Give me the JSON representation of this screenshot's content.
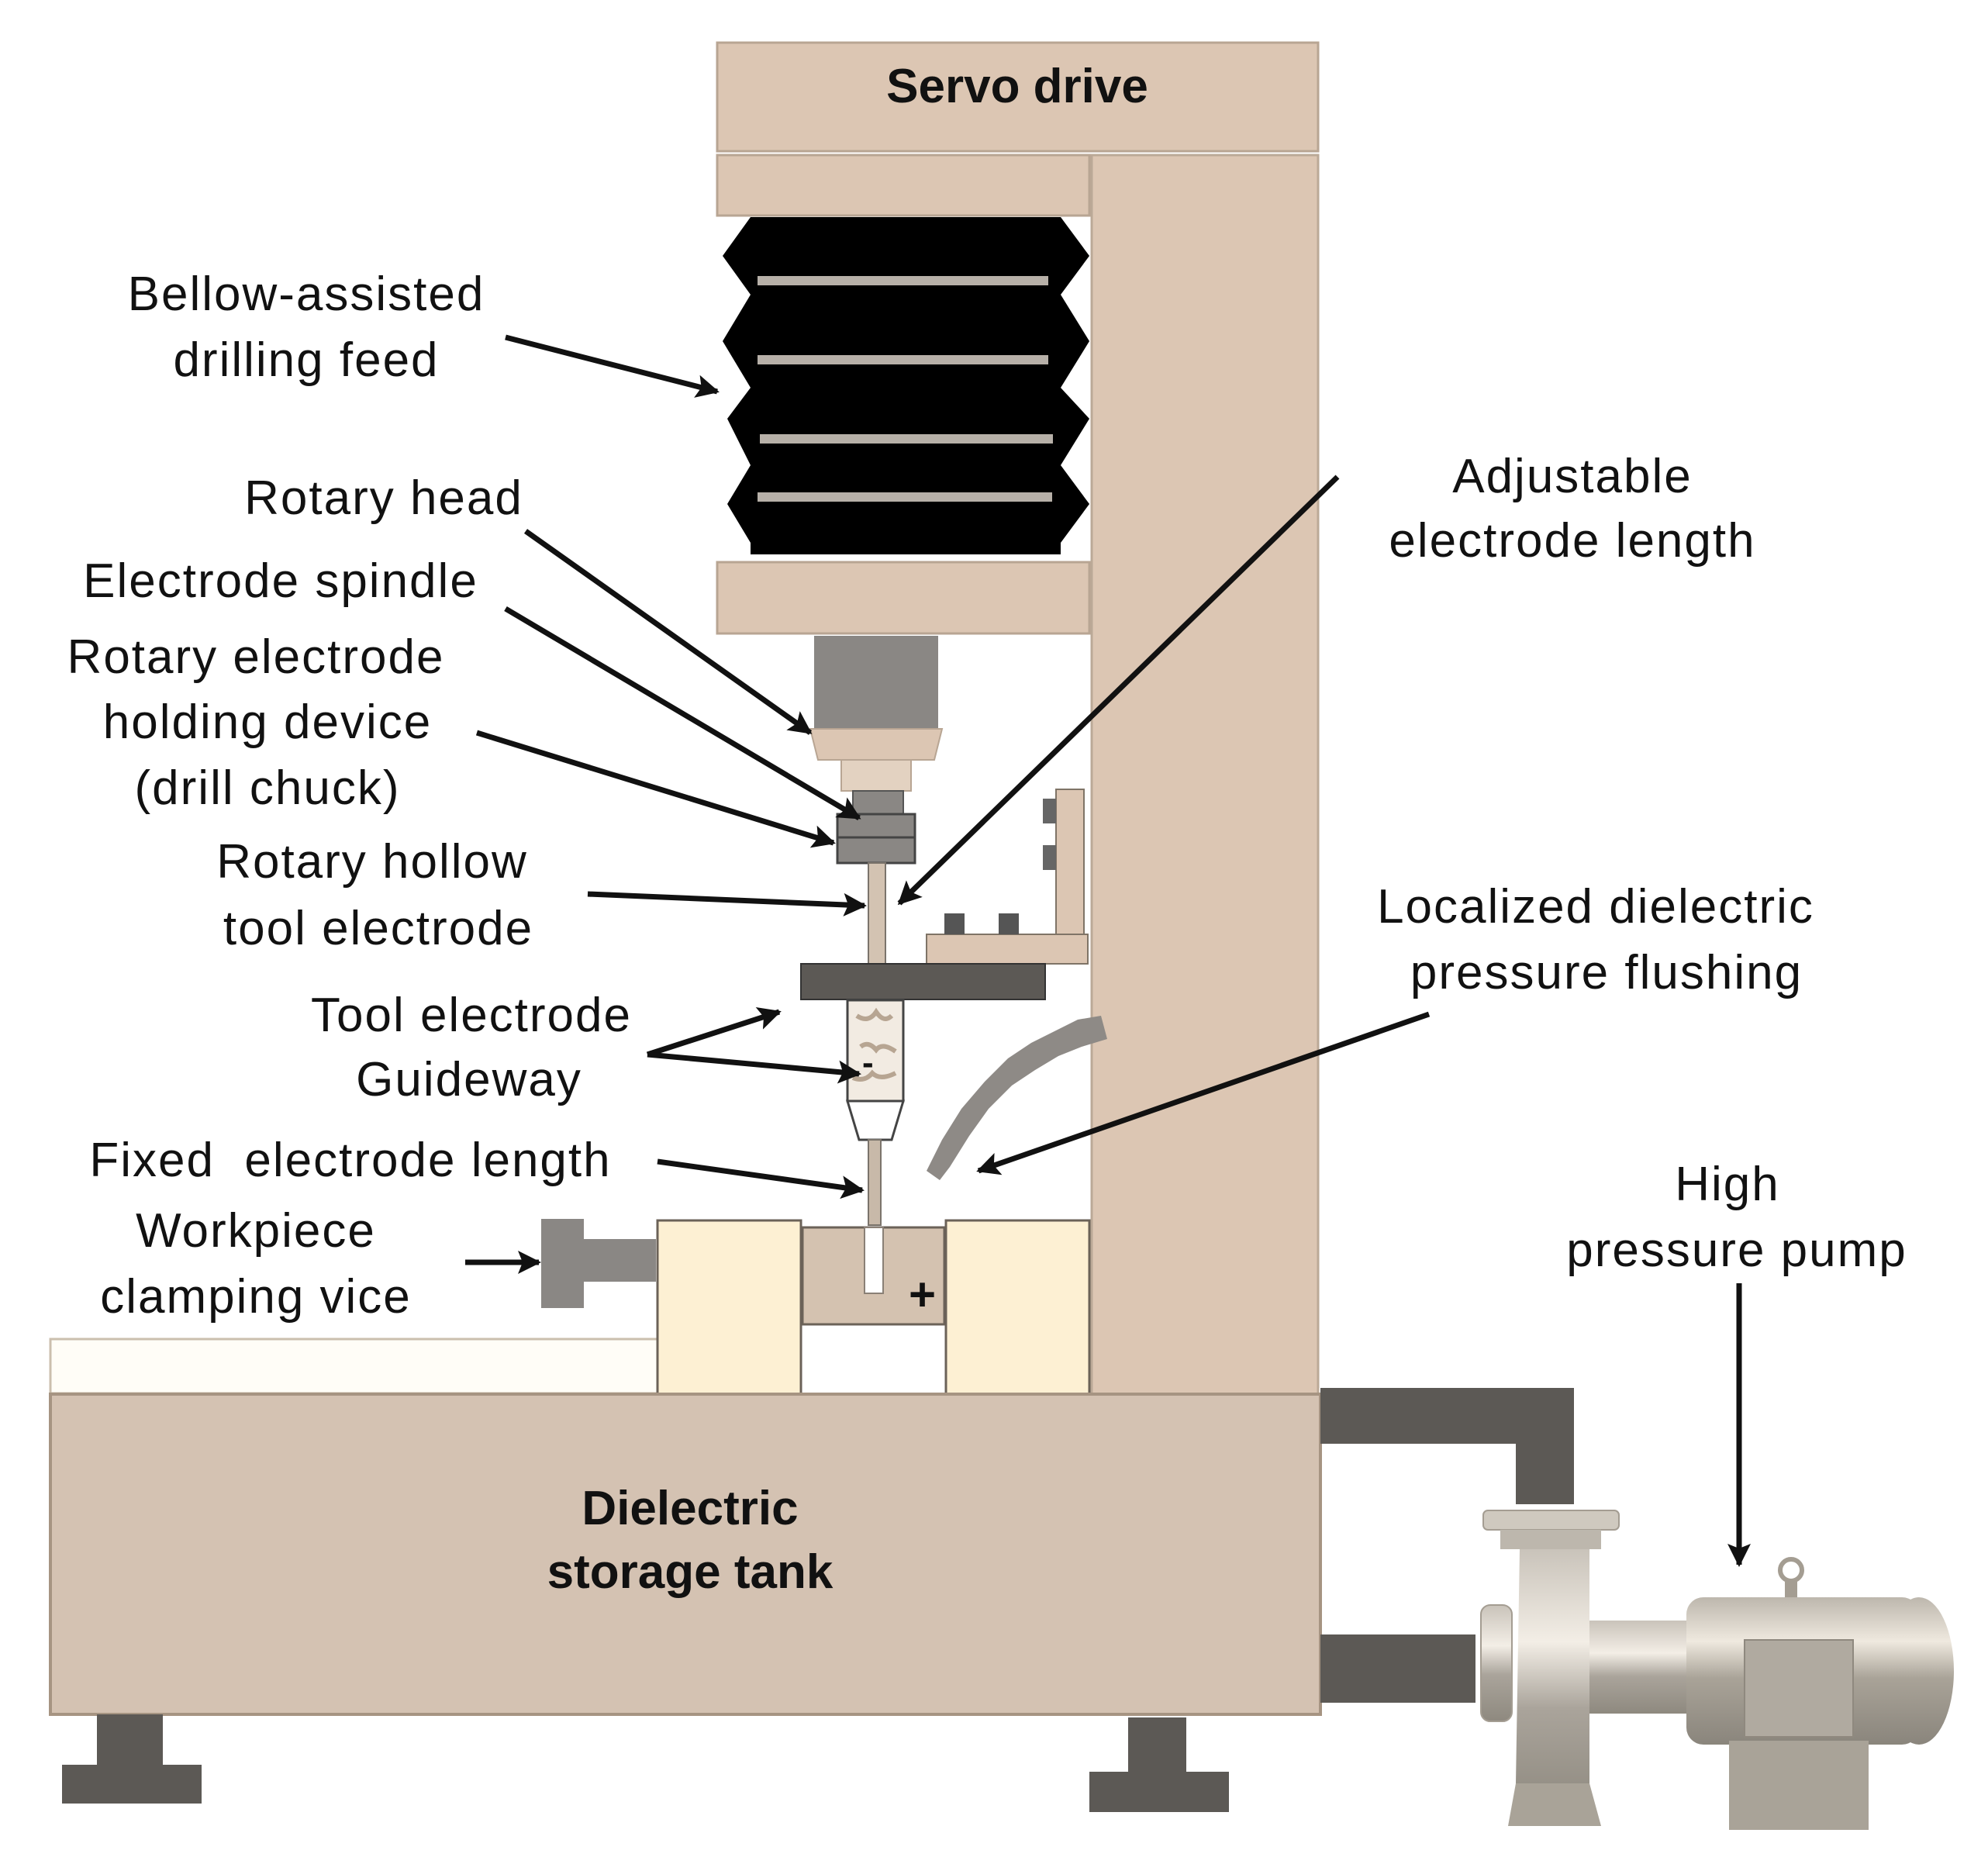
{
  "title": "Rotary EDM drilling setup schematic",
  "colors": {
    "frame": "#dcc6b3",
    "frame_edge": "#a89888",
    "dark_part": "#5c5955",
    "mid_part": "#8a8784",
    "vice_block": "#fdf0d3",
    "bellow": "#000000",
    "bellow_stripe": "#b7b0a8",
    "pump_body": "#b6b0a7",
    "text": "#111111",
    "background": "#ffffff"
  },
  "components": {
    "servo_drive": "Servo drive",
    "tank": [
      "Dielectric",
      "storage tank"
    ],
    "polarity_workpiece": "+",
    "polarity_tool": "-"
  },
  "labels": [
    {
      "id": "bellow",
      "lines": [
        "Bellow-assisted",
        "drilling feed"
      ]
    },
    {
      "id": "rotary-head",
      "lines": [
        "Rotary head"
      ]
    },
    {
      "id": "electrode-spindle",
      "lines": [
        "Electrode spindle"
      ]
    },
    {
      "id": "drill-chuck",
      "lines": [
        "Rotary electrode",
        "holding device",
        "(drill chuck)"
      ]
    },
    {
      "id": "hollow-electrode",
      "lines": [
        "Rotary hollow",
        "tool electrode"
      ]
    },
    {
      "id": "guideway",
      "lines": [
        "Tool electrode",
        "Guideway"
      ]
    },
    {
      "id": "fixed-length",
      "lines": [
        "Fixed  electrode length"
      ]
    },
    {
      "id": "vice",
      "lines": [
        "Workpiece",
        "clamping vice"
      ]
    },
    {
      "id": "adjustable-length",
      "lines": [
        "Adjustable",
        "electrode length"
      ]
    },
    {
      "id": "flushing",
      "lines": [
        "Localized dielectric",
        "pressure flushing"
      ]
    },
    {
      "id": "pump",
      "lines": [
        "High",
        "pressure pump"
      ]
    }
  ]
}
